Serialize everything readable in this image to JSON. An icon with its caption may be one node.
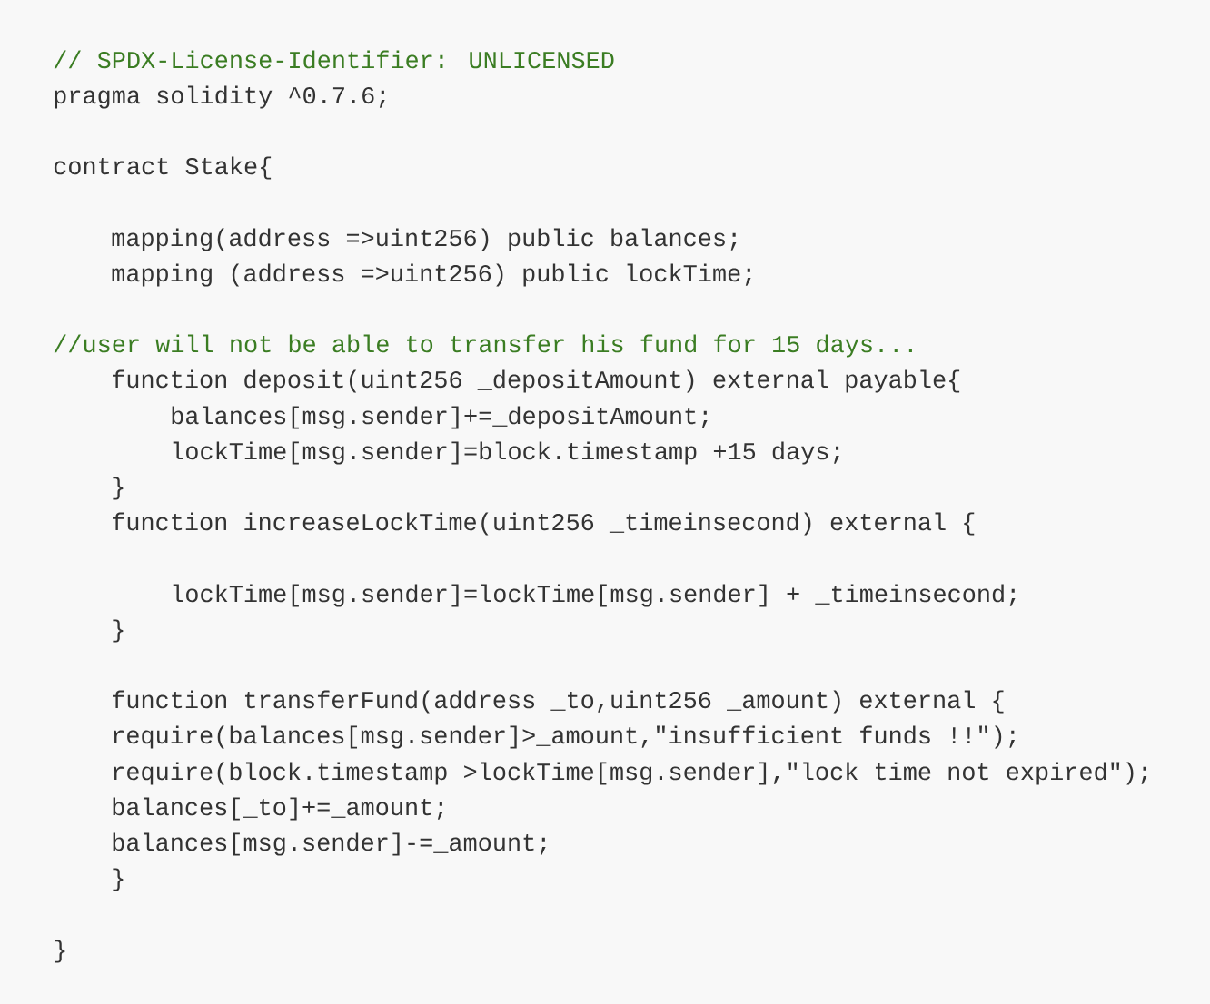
{
  "diagram": {
    "labels": [
      "// SPDX-License-Identifier: UNLICENSED",
      "pragma solidity ^0.7.6;",
      "contract Stake{",
      "mapping(address =>uint256) public balances;",
      "mapping (address =>uint256) public lockTime;",
      "//user will not be able to transfer his fund for 15 days...",
      "function deposit(uint256 _depositAmount) external payable{",
      "balances[msg.sender]+=_depositAmount;",
      "lockTime[msg.sender]=block.timestamp +15 days;",
      "}",
      "function increaseLockTime(uint256 _timeinsecond) external {",
      "lockTime[msg.sender]=lockTime[msg.sender] + _timeinsecond;",
      "}",
      "function transferFund(address _to,uint256 _amount) external {",
      "require(balances[msg.sender]>_amount,\"insufficient funds !!\");",
      "require(block.timestamp >lockTime[msg.sender],\"lock time not expired\");",
      "balances[_to]+=_amount;",
      "balances[msg.sender]-=_amount;",
      "}",
      "}"
    ]
  }
}
